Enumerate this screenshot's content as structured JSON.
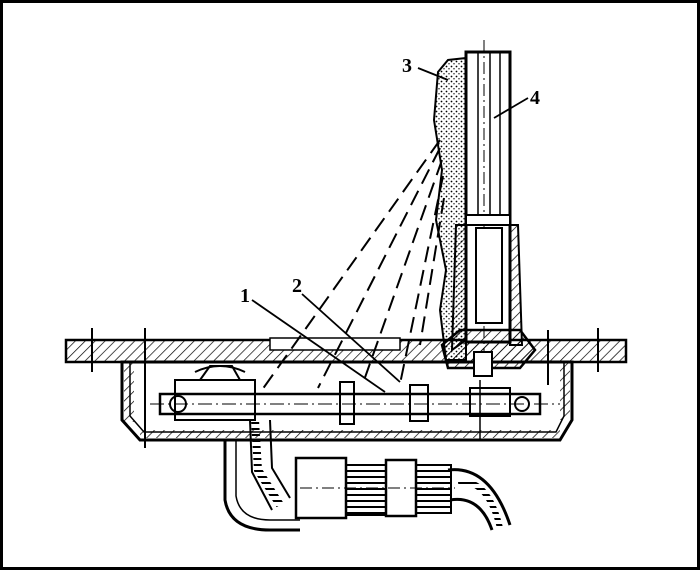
{
  "figure": {
    "callouts": [
      {
        "id": "callout-1",
        "text": "1"
      },
      {
        "id": "callout-2",
        "text": "2"
      },
      {
        "id": "callout-3",
        "text": "3"
      },
      {
        "id": "callout-4",
        "text": "4"
      }
    ]
  },
  "colors": {
    "ink": "#000000",
    "paper": "#ffffff"
  }
}
